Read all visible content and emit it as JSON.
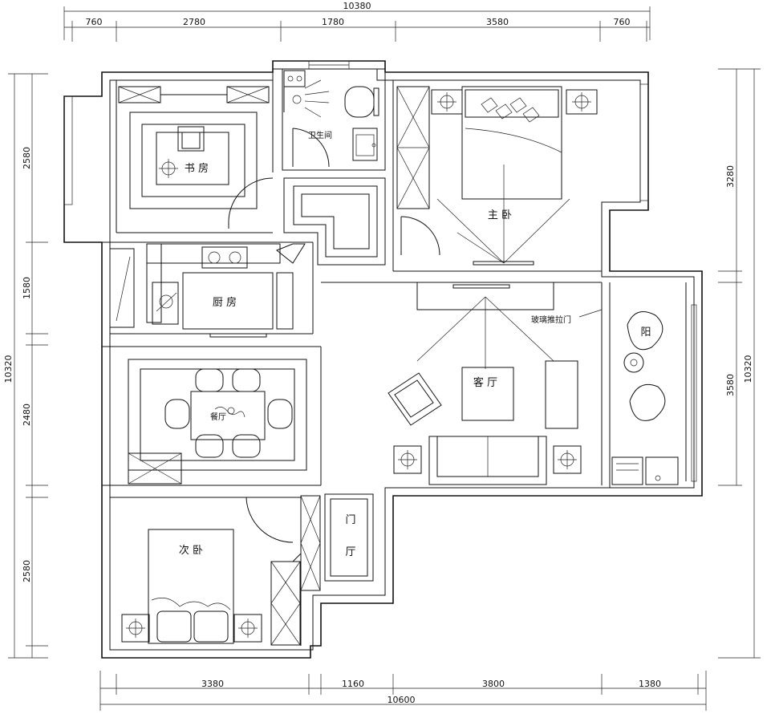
{
  "dimensions": {
    "top_total": "10380",
    "top_segments": [
      "760",
      "2780",
      "1780",
      "3580",
      "760"
    ],
    "bottom_total": "10600",
    "bottom_segments": [
      "3380",
      "1160",
      "3800",
      "1380"
    ],
    "left_total": "10320",
    "left_segments": [
      "2580",
      "1580",
      "2480",
      "2580"
    ],
    "right_total": "10320",
    "right_segments": [
      "3280",
      "3580"
    ]
  },
  "rooms": {
    "study": "书 房",
    "bathroom": "卫生间",
    "master_bedroom": "主 卧",
    "kitchen": "厨 房",
    "living_room": "客 厅",
    "dining": "餐厅",
    "second_bedroom": "次 卧",
    "foyer_top": "门",
    "foyer_bottom": "厅",
    "balcony": "阳"
  },
  "annotations": {
    "glass_door": "玻璃推拉门"
  }
}
